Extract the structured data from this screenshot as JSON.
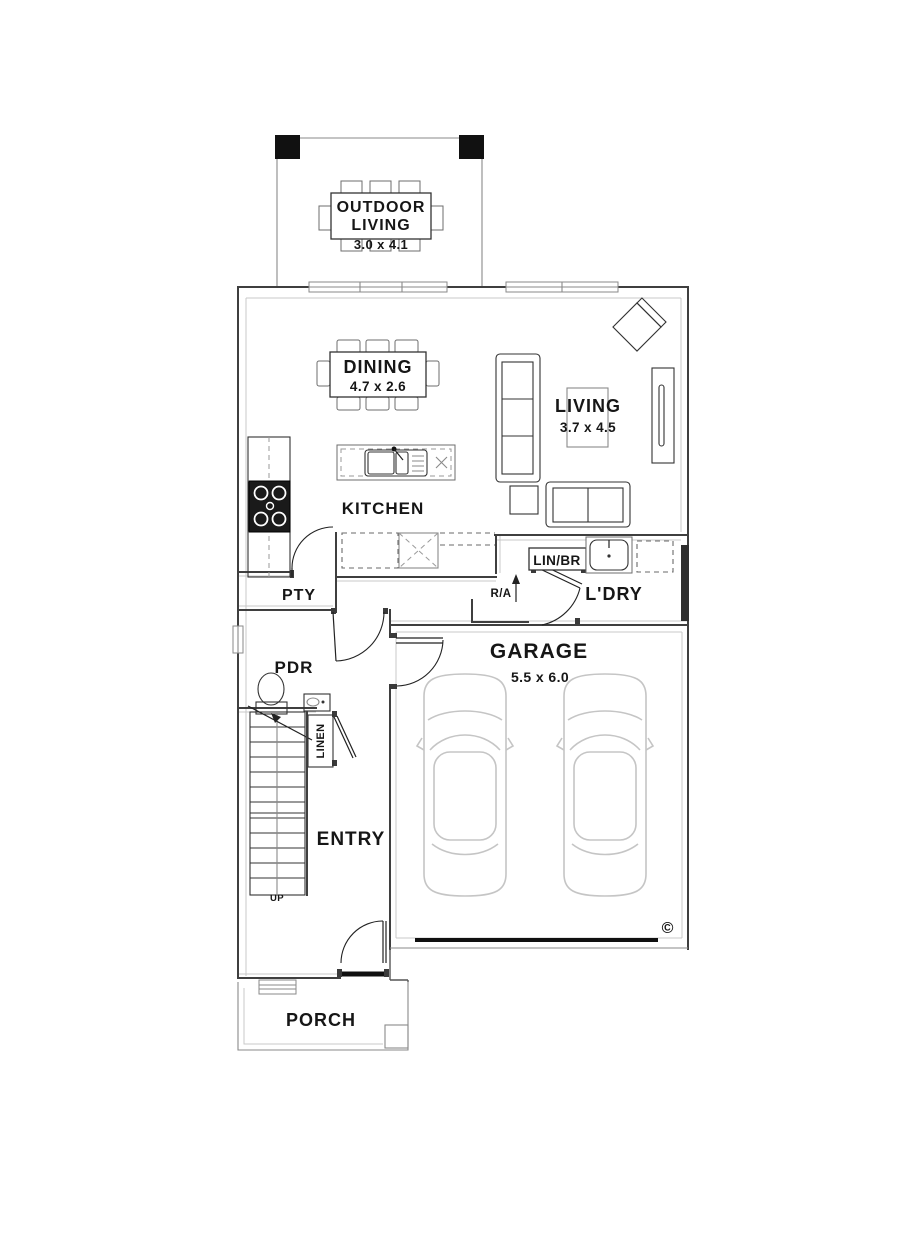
{
  "plan": {
    "title": "single-storey floor plan",
    "labels": {
      "outdoor_living": {
        "line1": "OUTDOOR",
        "line2": "LIVING",
        "dims": "3.0 x 4.1"
      },
      "dining": {
        "name": "DINING",
        "dims": "4.7 x 2.6"
      },
      "living": {
        "name": "LIVING",
        "dims": "3.7 x 4.5"
      },
      "kitchen": {
        "name": "KITCHEN"
      },
      "pantry": {
        "name": "PTY"
      },
      "linen_broom": {
        "name": "LIN/BR"
      },
      "return_air": {
        "name": "R/A"
      },
      "laundry": {
        "name": "L'DRY"
      },
      "powder": {
        "name": "PDR"
      },
      "linen": {
        "name": "LINEN"
      },
      "entry": {
        "name": "ENTRY"
      },
      "stairs": {
        "direction": "UP"
      },
      "garage": {
        "name": "GARAGE",
        "dims": "5.5 x 6.0"
      },
      "porch": {
        "name": "PORCH"
      },
      "copyright": "©"
    },
    "colors": {
      "wall": "#3f3f3f",
      "fixture_line": "#333333",
      "light_line": "#c9c9c9",
      "car_outline": "#c5c5c5",
      "post_fill": "#111111",
      "background": "#ffffff"
    }
  }
}
